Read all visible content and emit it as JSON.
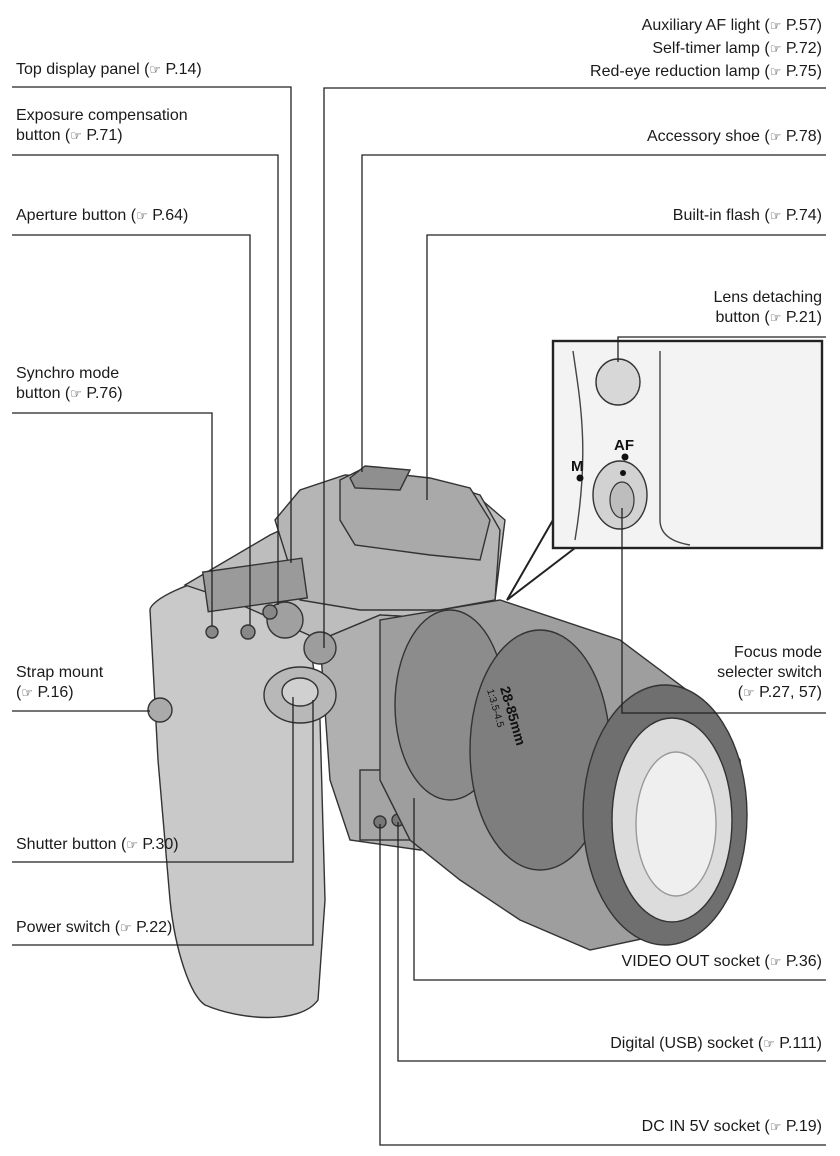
{
  "ref_symbol": "☞",
  "labels": {
    "top_display_panel": {
      "text": "Top display panel",
      "page": "P.14"
    },
    "exposure_comp_1": "Exposure compensation",
    "exposure_comp_2": {
      "text": "button",
      "page": "P.71"
    },
    "aperture_button": {
      "text": "Aperture button",
      "page": "P.64"
    },
    "synchro_1": "Synchro mode",
    "synchro_2": {
      "text": "button",
      "page": "P.76"
    },
    "strap_1": "Strap mount",
    "strap_2": {
      "text": "",
      "page": "P.16"
    },
    "shutter_button": {
      "text": "Shutter button",
      "page": "P.30"
    },
    "power_switch": {
      "text": "Power switch",
      "page": "P.22"
    },
    "aux_af_light": {
      "text": "Auxiliary AF light",
      "page": "P.57"
    },
    "self_timer": {
      "text": "Self-timer lamp",
      "page": "P.72"
    },
    "red_eye": {
      "text": "Red-eye reduction lamp",
      "page": "P.75"
    },
    "accessory_shoe": {
      "text": "Accessory shoe",
      "page": "P.78"
    },
    "built_in_flash": {
      "text": "Built-in flash",
      "page": "P.74"
    },
    "lens_detach_1": "Lens detaching",
    "lens_detach_2": {
      "text": "button",
      "page": "P.21"
    },
    "focus_1": "Focus mode",
    "focus_2": "selecter switch",
    "focus_3": {
      "text": "",
      "page": "P.27, 57"
    },
    "video_out": {
      "text": "VIDEO OUT socket",
      "page": "P.36"
    },
    "digital_usb": {
      "text": "Digital (USB) socket",
      "page": "P.111"
    },
    "dc_in": {
      "text": "DC IN 5V socket",
      "page": "P.19"
    }
  },
  "inset": {
    "af_mark": "AF",
    "m_mark": "M"
  },
  "lens_text": {
    "focal": "28-85mm",
    "aperture": "1:3.5-4.5"
  }
}
